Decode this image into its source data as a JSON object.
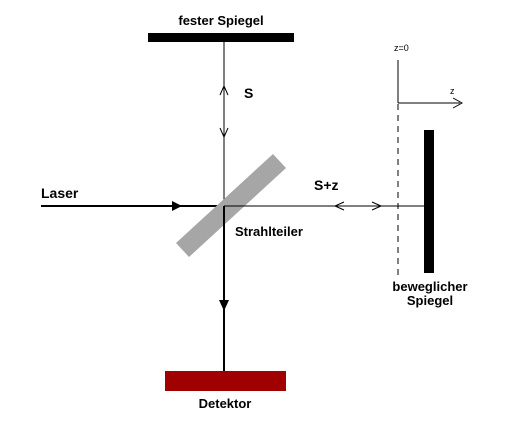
{
  "labels": {
    "fixed_mirror": "fester Spiegel",
    "s": "S",
    "laser": "Laser",
    "s_plus_z": "S+z",
    "beam_splitter": "Strahlteiler",
    "movable_mirror_line1": "beweglicher",
    "movable_mirror_line2": "Spiegel",
    "detector": "Detektor",
    "z_zero": "z=0",
    "z_axis": "z"
  },
  "colors": {
    "background": "#ffffff",
    "line": "#000000",
    "beam_splitter": "#a6a6a6",
    "detector": "#a00000"
  }
}
